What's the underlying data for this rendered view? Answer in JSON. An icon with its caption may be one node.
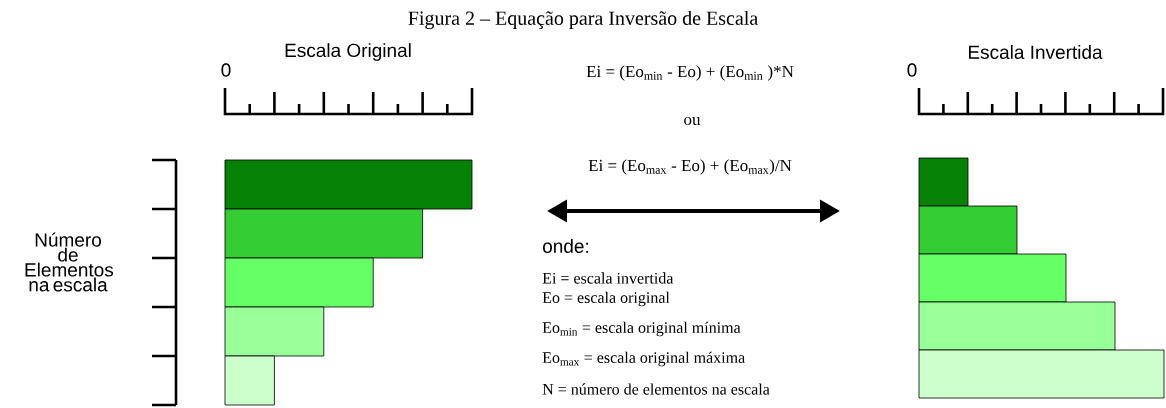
{
  "diagram": {
    "title": "Figura 2 – Equação para Inversão de Escala",
    "labels": [
      "Escala Original",
      "0",
      "Escala Invertida",
      "0",
      "Ei = (Eo$_{min}$ - Eo) + (Eo$_{min}$ )*N",
      "ou",
      "Ei = (Eo$_{max}$ - Eo) + (Eo$_{max}$)/N",
      "Número de Elementos na escala",
      "onde:",
      "Ei  = escala invertida",
      "Eo = escala original",
      "Eo$_{min}$ = escala original mínima",
      "Eo$_{max}$ = escala original máxima",
      "N = número de elementos na escala"
    ]
  }
}
